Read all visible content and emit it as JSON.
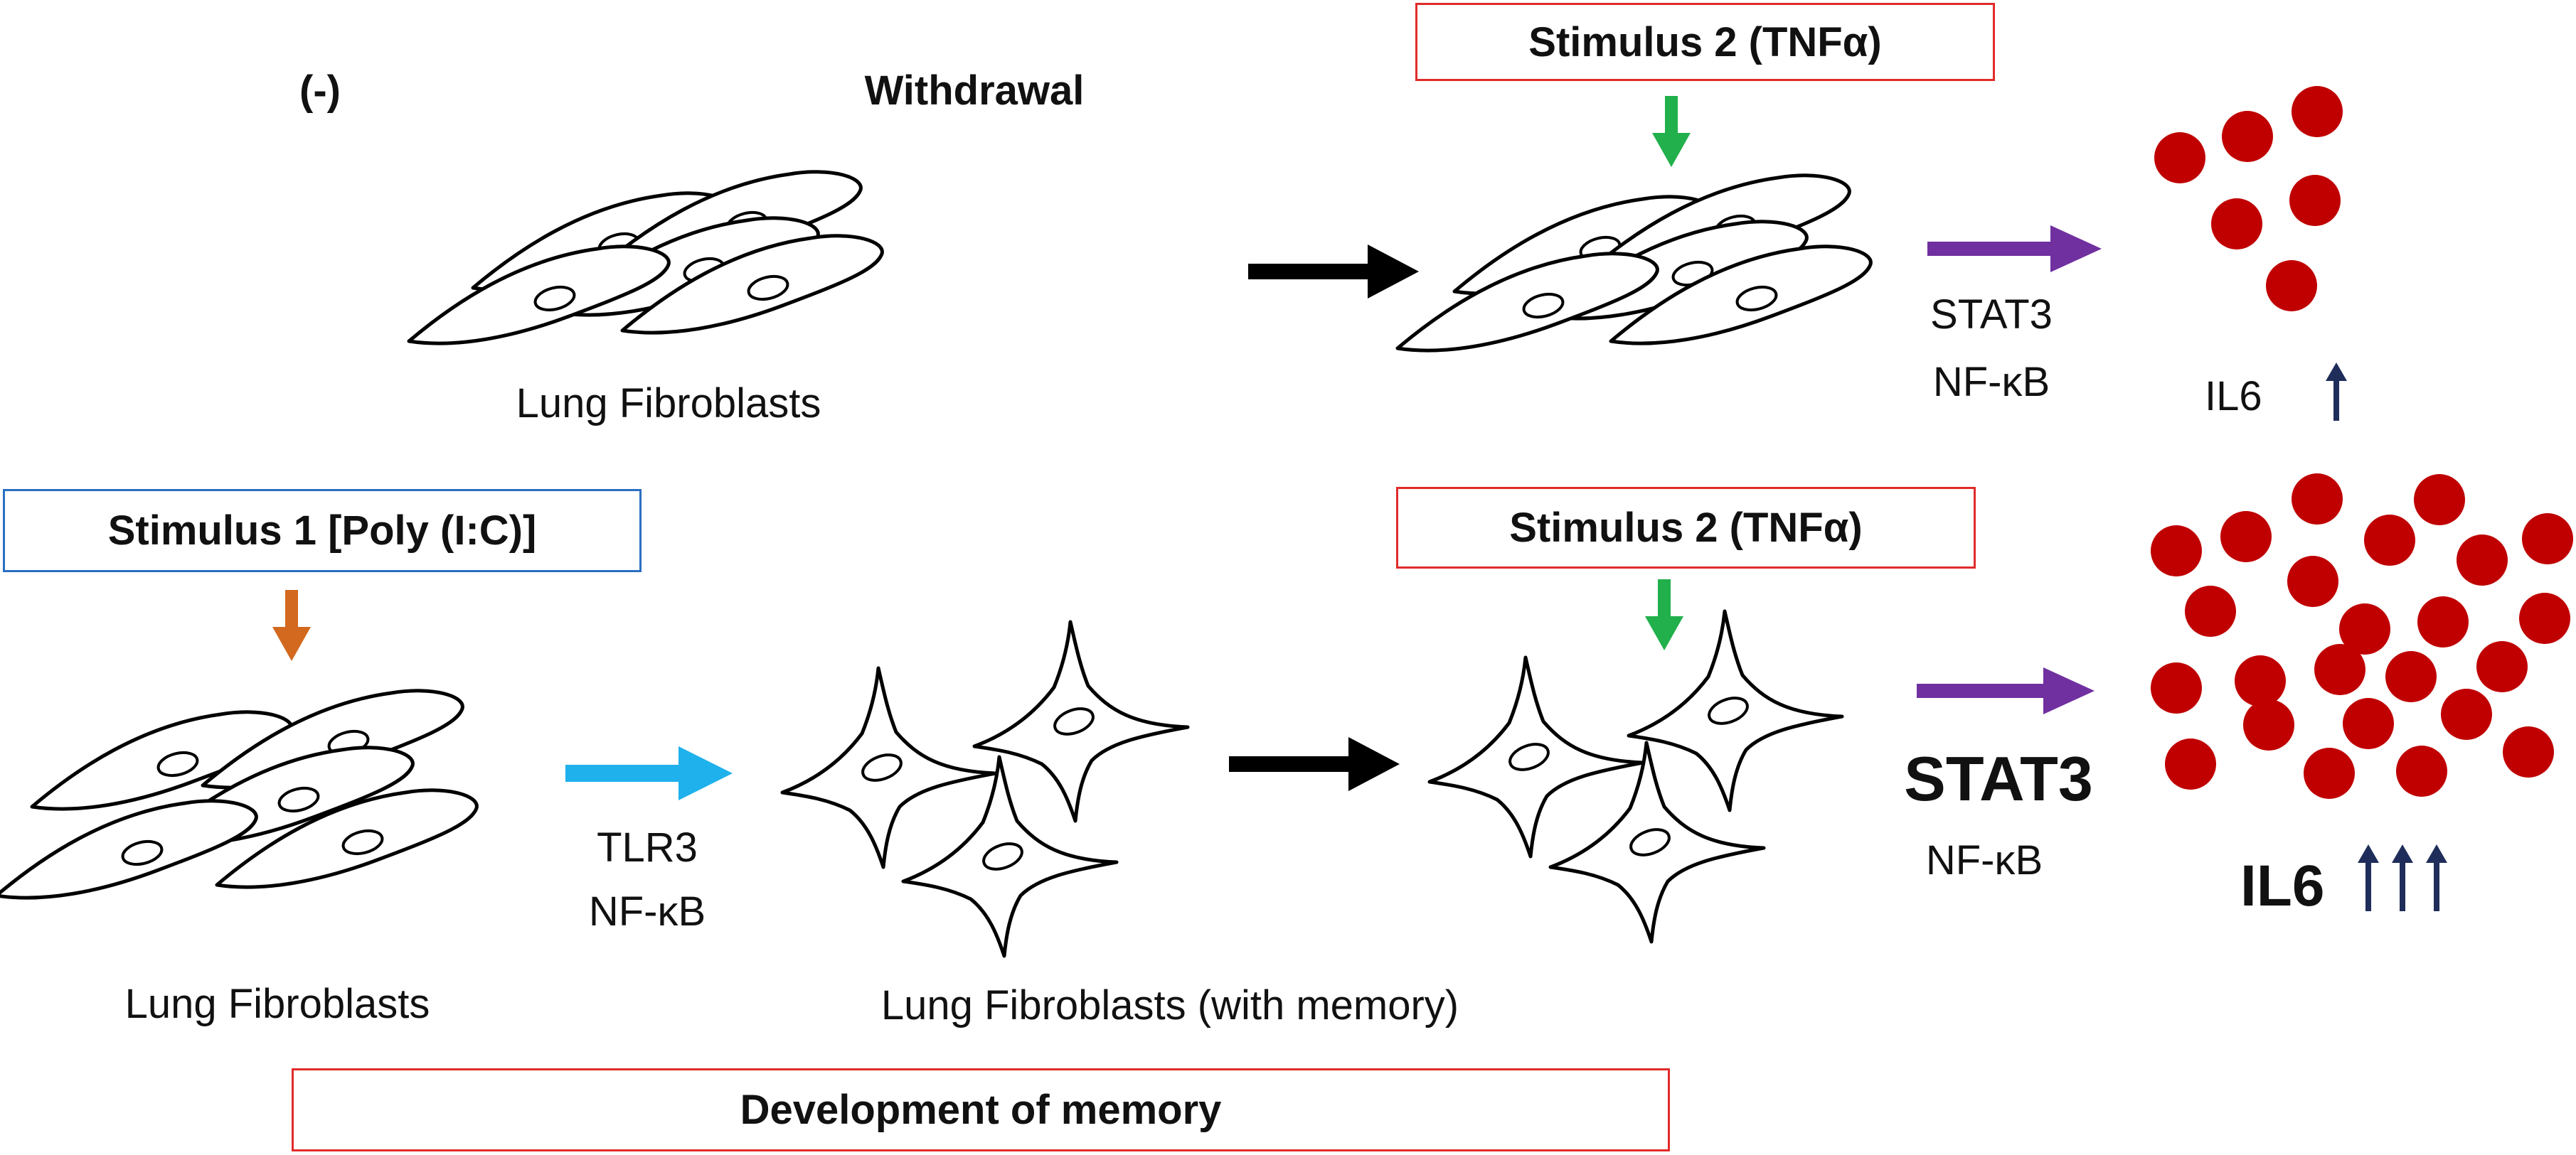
{
  "top_row": {
    "control_label": "(-)",
    "withdrawal_label": "Withdrawal",
    "cells_label": "Lung Fibroblasts",
    "stimulus2_label": "Stimulus 2 (TNFα)",
    "pathway_line1": "STAT3",
    "pathway_line2": "NF-κB",
    "output_label": "IL6",
    "output_up_arrows": 1
  },
  "bottom_row": {
    "stimulus1_label": "Stimulus 1 [Poly (I:C)]",
    "cells_label": "Lung Fibroblasts",
    "receptor_line1": "TLR3",
    "receptor_line2": "NF-κB",
    "memory_cells_label": "Lung Fibroblasts (with memory)",
    "stimulus2_label": "Stimulus 2 (TNFα)",
    "pathway_line1": "STAT3",
    "pathway_line2": "NF-κB",
    "output_label": "IL6",
    "output_up_arrows": 3,
    "memory_banner": "Development of memory"
  },
  "colors": {
    "black_arrow": "#000000",
    "purple_arrow": "#7030a0",
    "blue_arrow": "#1fb1ec",
    "green_arrow": "#21b04b",
    "orange_arrow": "#d2691e",
    "il6_dot": "#c00000",
    "up_arrow": "#1f2d5a",
    "red_box_border": "#e12b2b",
    "blue_box_border": "#2a6fc2"
  }
}
